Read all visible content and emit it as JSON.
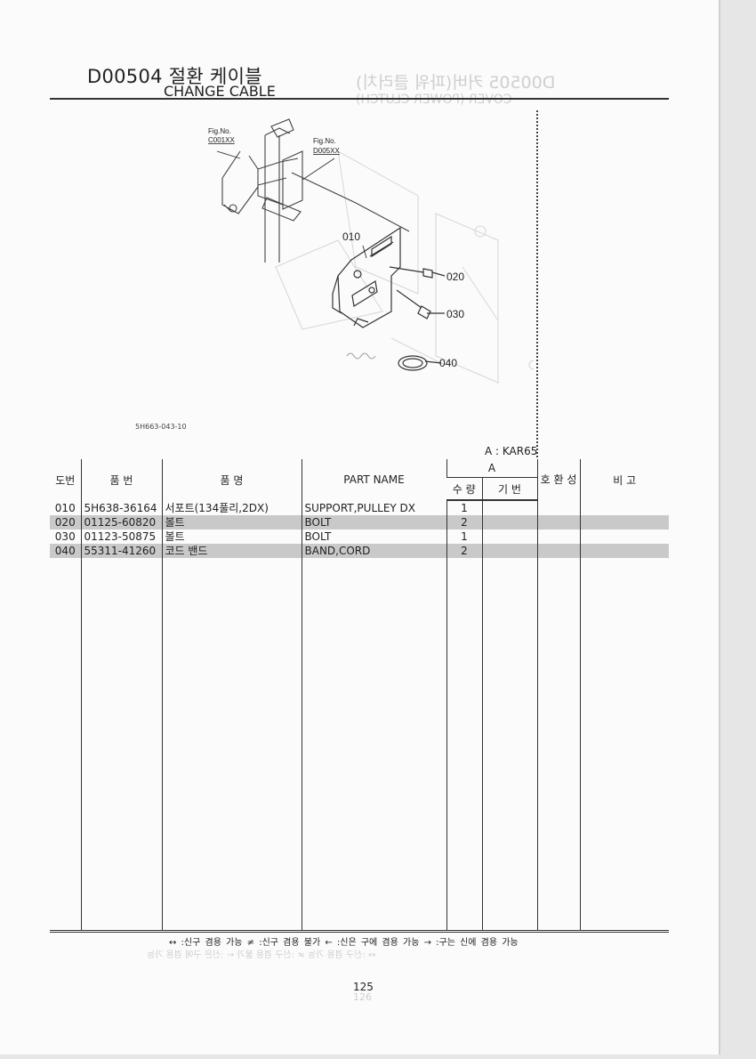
{
  "header": {
    "code_title": "D00504 절환 케이블",
    "english_title": "CHANGE CABLE",
    "ghost_title": "D00505 커버(파워 클러치)",
    "ghost_subtitle": "COVER (POWER CLUTCH)"
  },
  "figure": {
    "fig_ref_1_label": "Fig.No.",
    "fig_ref_1_value": "C001XX",
    "fig_ref_2_label": "Fig.No.",
    "fig_ref_2_value": "D005XX",
    "callouts": [
      "010",
      "020",
      "030",
      "040"
    ],
    "figure_id": "5H663-043-10"
  },
  "model_note": "A : KAR65",
  "table": {
    "headers": {
      "ref_no": "도번",
      "part_no": "품 번",
      "part_name_kr": "품 명",
      "part_name_en": "PART NAME",
      "group_a": "A",
      "qty": "수 량",
      "base": "기 번",
      "interchange": "호 환 성",
      "remarks": "비 고"
    },
    "rows": [
      {
        "no": "010",
        "part": "5H638-36164",
        "kr": "서포트(134풀리,2DX)",
        "en": "SUPPORT,PULLEY DX",
        "qty": "1",
        "shade": false
      },
      {
        "no": "020",
        "part": "01125-60820",
        "kr": "볼트",
        "en": "BOLT",
        "qty": "2",
        "shade": true
      },
      {
        "no": "030",
        "part": "01123-50875",
        "kr": "볼트",
        "en": "BOLT",
        "qty": "1",
        "shade": false
      },
      {
        "no": "040",
        "part": "55311-41260",
        "kr": "코드 밴드",
        "en": "BAND,CORD",
        "qty": "2",
        "shade": true
      }
    ]
  },
  "legend": "↔ :신구 겸용 가능   ≠ :신구 겸용 불가   ← :신은 구에 겸용 가능   → :구는 신에 겸용 가능",
  "ghost_legend": "↔ :신구 겸용 가능   ≠ :신구 겸용 불가   ← :신은 구에 겸용 가능",
  "page_number": "125",
  "ghost_page_number": "126"
}
